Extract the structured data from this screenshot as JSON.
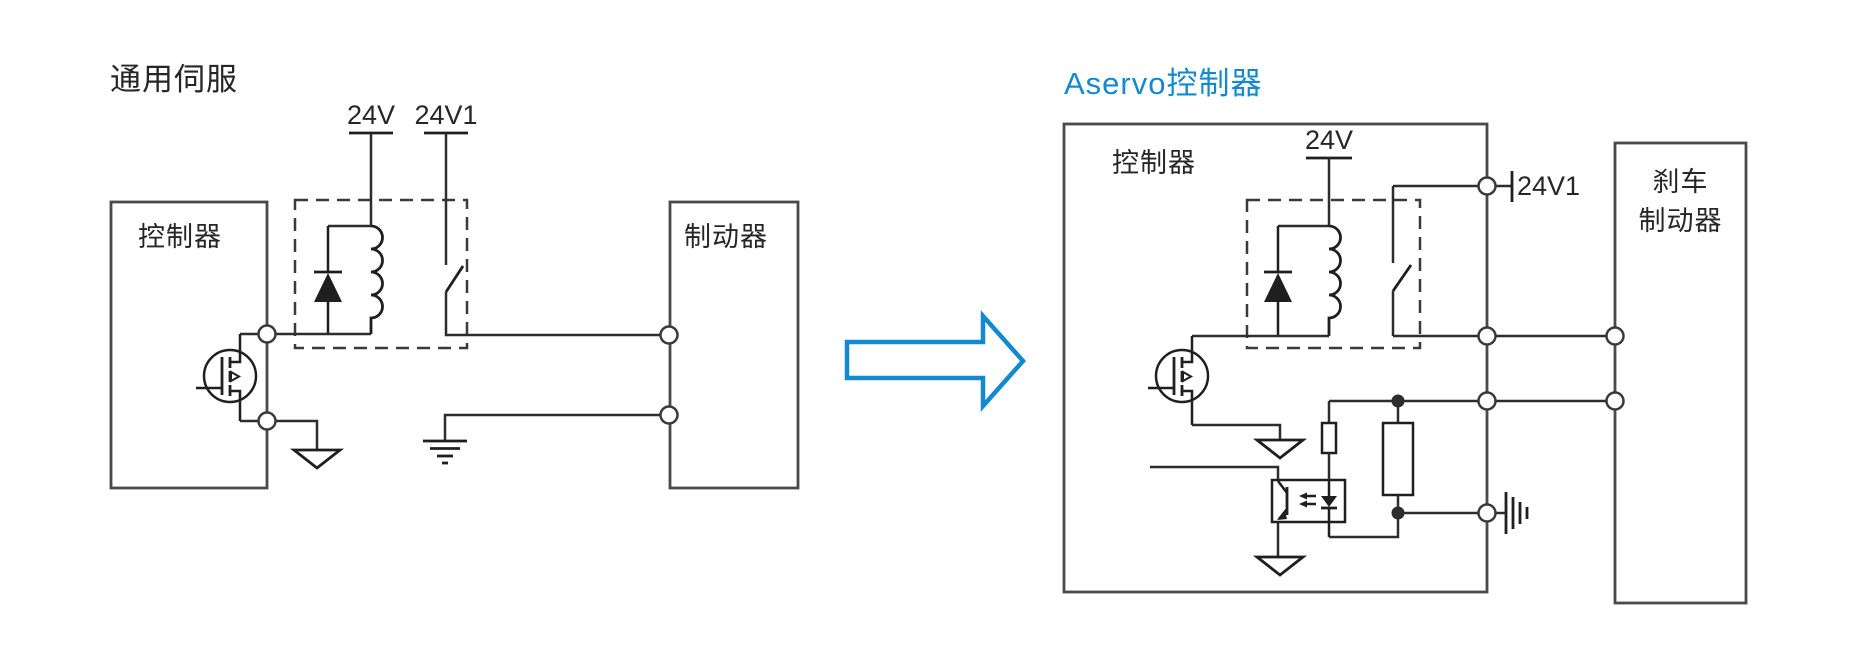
{
  "left": {
    "title": "通用伺服",
    "controller_label": "控制器",
    "brake_label": "制动器",
    "supply_label": "24V",
    "switched_supply_label": "24V1"
  },
  "right": {
    "title": "Aservo控制器",
    "controller_label": "控制器",
    "brake_label_line1": "刹车",
    "brake_label_line2": "制动器",
    "supply_label": "24V",
    "switched_supply_label": "24V1"
  },
  "colors": {
    "accent_blue": "#1389D0",
    "wire": "#2D2D2D",
    "box_stroke": "#4A4A4A",
    "text": "#262626"
  }
}
